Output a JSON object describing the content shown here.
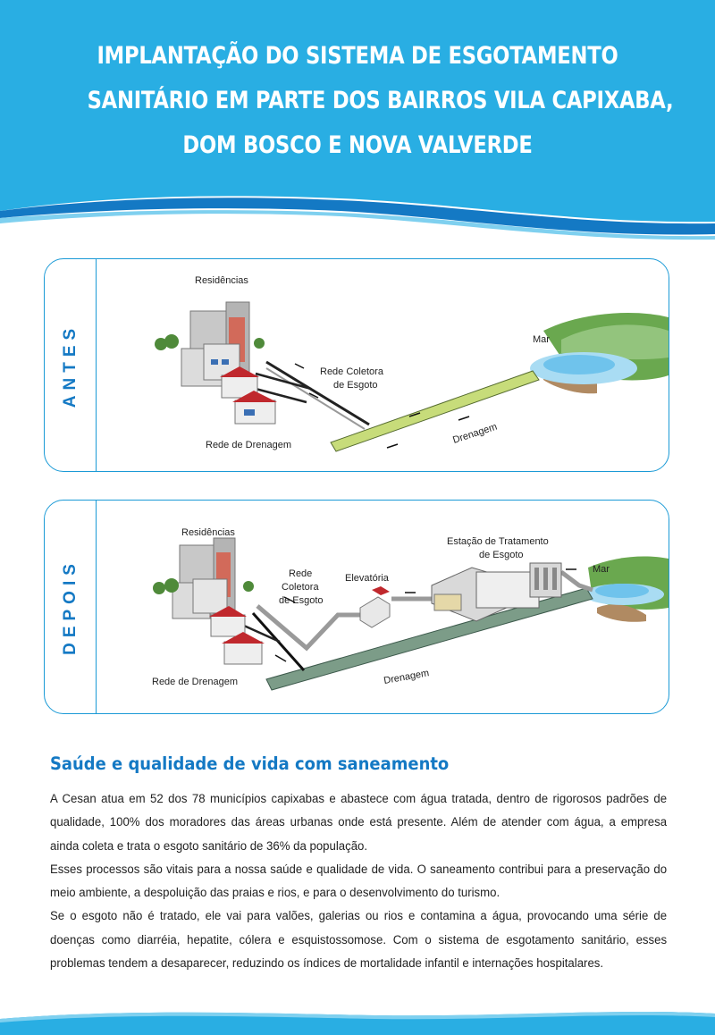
{
  "header": {
    "title_lines": [
      "IMPLANTAÇÃO DO SISTEMA DE ESGOTAMENTO",
      "SANITÁRIO EM PARTE DOS BAIRROS VILA CAPIXABA,",
      "DOM BOSCO E NOVA VALVERDE"
    ]
  },
  "antes": {
    "side_label": "ANTES",
    "residencias": "Residências",
    "rede_coletora_1": "Rede Coletora",
    "rede_coletora_2": "de Esgoto",
    "mar": "Mar",
    "drenagem": "Drenagem",
    "rede_drenagem": "Rede de Drenagem"
  },
  "depois": {
    "side_label": "DEPOIS",
    "residencias": "Residências",
    "rede_1": "Rede",
    "rede_2": "Coletora",
    "rede_3": "de Esgoto",
    "elevatoria": "Elevatória",
    "estacao_1": "Estação de Tratamento",
    "estacao_2": "de Esgoto",
    "mar": "Mar",
    "drenagem": "Drenagem",
    "rede_drenagem": "Rede de Drenagem"
  },
  "section": {
    "title": "Saúde e qualidade de vida com saneamento",
    "paragraphs": [
      "A Cesan atua em 52 dos 78 municípios capixabas e abastece com água tratada, dentro de rigorosos padrões de qualidade, 100% dos moradores das áreas urbanas onde está presente. Além de atender com água, a empresa ainda coleta e trata o esgoto sanitário de 36% da população.",
      "Esses processos são vitais para a nossa saúde e qualidade de vida. O saneamento contribui para a preservação do meio ambiente, a despoluição das praias e rios, e para o desenvolvimento do turismo.",
      "Se o esgoto não é tratado, ele vai para valões, galerias ou rios e contamina a água, provocando uma série de doenças como diarréia, hepatite, cólera e esquistossomose. Com o sistema de esgotamento sanitário, esses problemas tendem a desaparecer, reduzindo os índices de mortalidade infantil e internações hospitalares."
    ]
  },
  "colors": {
    "header_blue": "#29aee3",
    "dark_blue": "#1479c4",
    "panel_border": "#1a9ad6"
  }
}
